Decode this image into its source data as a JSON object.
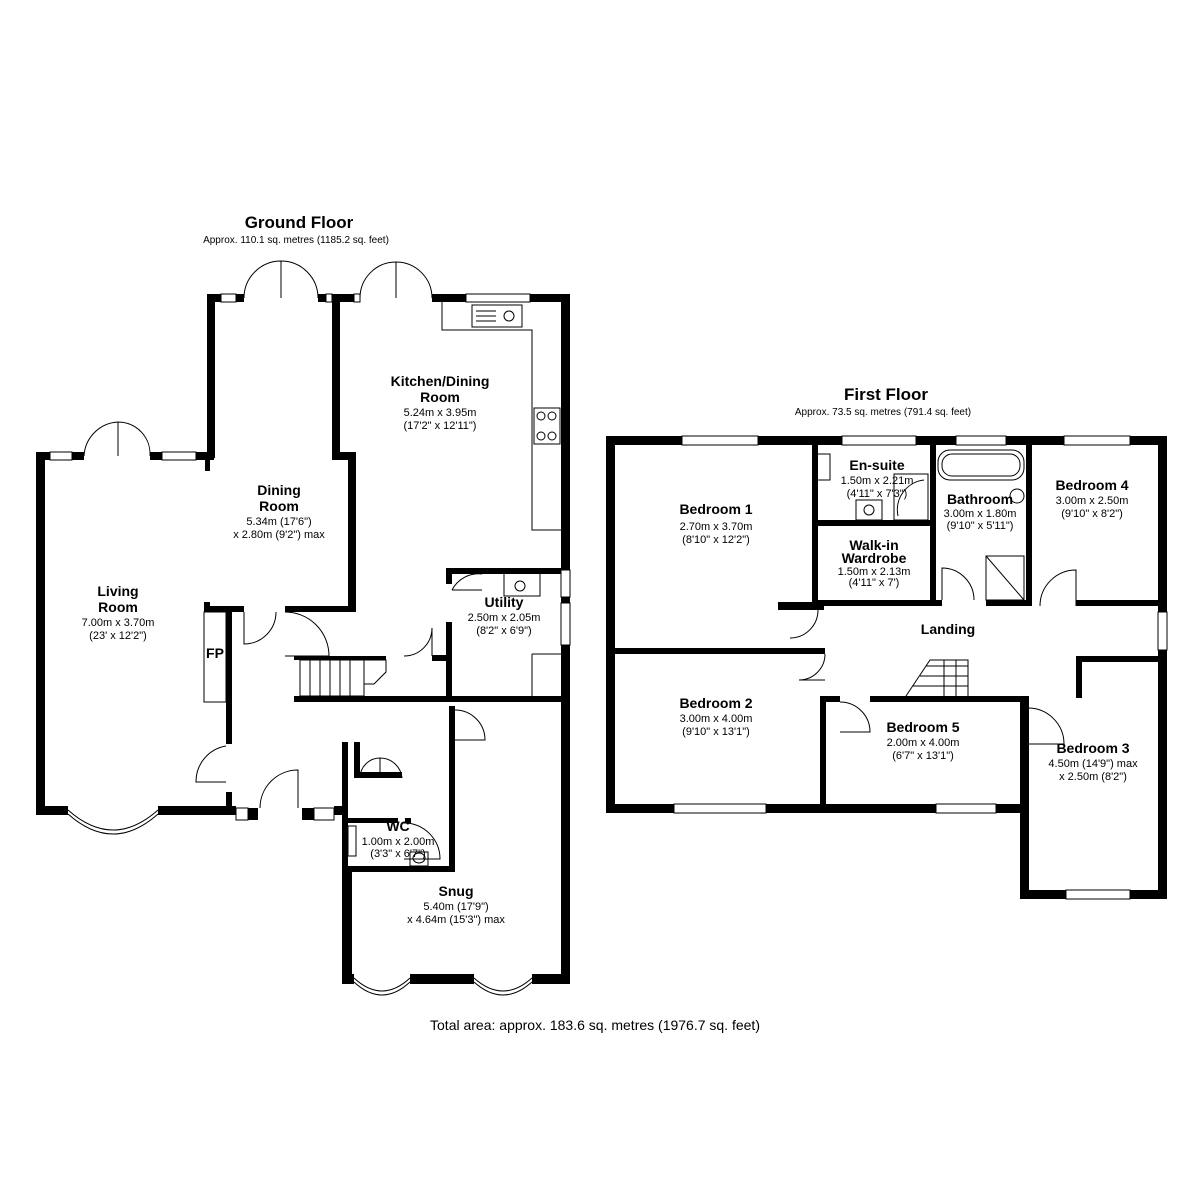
{
  "colors": {
    "wall": "#000000",
    "background": "#ffffff",
    "fixture": "#000000"
  },
  "floors": {
    "ground": {
      "title": "Ground Floor",
      "area": "Approx. 110.1 sq. metres (1185.2 sq. feet)"
    },
    "first": {
      "title": "First Floor",
      "area": "Approx. 73.5 sq. metres (791.4 sq. feet)"
    }
  },
  "rooms": {
    "kitchen": {
      "name": [
        "Kitchen/Dining",
        "Room"
      ],
      "dims": [
        "5.24m x 3.95m",
        "(17'2\" x 12'11\")"
      ]
    },
    "dining": {
      "name": [
        "Dining",
        "Room"
      ],
      "dims": [
        "5.34m (17'6\")",
        "x 2.80m (9'2\") max"
      ]
    },
    "living": {
      "name": [
        "Living",
        "Room"
      ],
      "dims": [
        "7.00m x 3.70m",
        "(23' x 12'2\")"
      ]
    },
    "utility": {
      "name": [
        "Utility"
      ],
      "dims": [
        "2.50m x 2.05m",
        "(8'2\" x 6'9\")"
      ]
    },
    "wc": {
      "name": [
        "WC"
      ],
      "dims": [
        "1.00m x 2.00m",
        "(3'3\" x 6'7\")"
      ]
    },
    "snug": {
      "name": [
        "Snug"
      ],
      "dims": [
        "5.40m (17'9\")",
        "x 4.64m (15'3\") max"
      ]
    },
    "fireplace": {
      "label": "FP"
    },
    "bedroom1": {
      "name": [
        "Bedroom 1"
      ],
      "dims": [
        "2.70m x 3.70m",
        "(8'10\" x 12'2\")"
      ]
    },
    "ensuite": {
      "name": [
        "En-suite"
      ],
      "dims": [
        "1.50m x 2.21m",
        "(4'11\" x 7'3\")"
      ]
    },
    "walkin": {
      "name": [
        "Walk-in",
        "Wardrobe"
      ],
      "dims": [
        "1.50m x 2.13m",
        "(4'11\" x 7')"
      ]
    },
    "bathroom": {
      "name": [
        "Bathroom"
      ],
      "dims": [
        "3.00m x 1.80m",
        "(9'10\" x 5'11\")"
      ]
    },
    "bedroom4": {
      "name": [
        "Bedroom 4"
      ],
      "dims": [
        "3.00m x 2.50m",
        "(9'10\" x 8'2\")"
      ]
    },
    "landing": {
      "name": [
        "Landing"
      ],
      "dims": []
    },
    "bedroom2": {
      "name": [
        "Bedroom 2"
      ],
      "dims": [
        "3.00m x 4.00m",
        "(9'10\" x 13'1\")"
      ]
    },
    "bedroom5": {
      "name": [
        "Bedroom 5"
      ],
      "dims": [
        "2.00m x 4.00m",
        "(6'7\" x 13'1\")"
      ]
    },
    "bedroom3": {
      "name": [
        "Bedroom 3"
      ],
      "dims": [
        "4.50m (14'9\") max",
        "x 2.50m (8'2\")"
      ]
    }
  },
  "total": "Total area: approx. 183.6 sq. metres (1976.7 sq. feet)"
}
